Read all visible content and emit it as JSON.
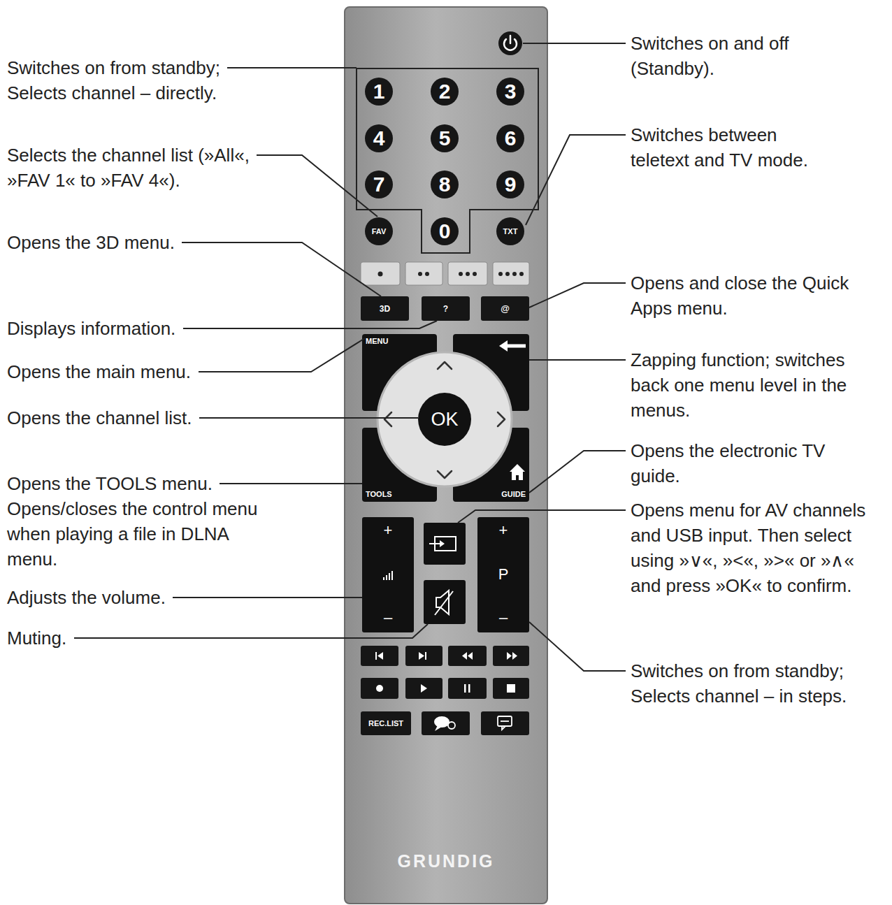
{
  "diagram": {
    "nodes": [
      {
        "text": [
          "GRUNDIG"
        ]
      },
      {
        "text": [
          "1"
        ],
        "in": 0
      },
      {
        "text": [
          "2"
        ],
        "in": 0
      },
      {
        "text": [
          "3"
        ],
        "in": 0
      },
      {
        "text": [
          "4"
        ],
        "in": 0
      },
      {
        "text": [
          "5"
        ],
        "in": 0
      },
      {
        "text": [
          "6"
        ],
        "in": 0
      },
      {
        "text": [
          "7"
        ],
        "in": 0
      },
      {
        "text": [
          "8"
        ],
        "in": 0
      },
      {
        "text": [
          "9"
        ],
        "in": 0
      },
      {
        "text": [
          "FAV"
        ],
        "in": 0
      },
      {
        "text": [
          "0"
        ],
        "in": 0
      },
      {
        "text": [
          "TXT"
        ],
        "in": 0
      },
      {
        "text": [
          "3D"
        ],
        "in": 0
      },
      {
        "text": [
          "?"
        ],
        "in": 0
      },
      {
        "text": [
          "@"
        ],
        "in": 0
      },
      {
        "text": [
          "MENU"
        ],
        "in": 0
      },
      {
        "text": [
          "OK"
        ],
        "in": 0
      },
      {
        "text": [
          "TOOLS"
        ],
        "in": 0
      },
      {
        "text": [
          "GUIDE"
        ],
        "in": 0
      },
      {
        "text": [
          "+",
          "–"
        ],
        "in": 0
      },
      {
        "text": [
          "+",
          "P",
          "–"
        ],
        "in": 0
      },
      {
        "text": [
          "REC.LIST"
        ],
        "in": 0
      }
    ],
    "labels": [
      "Switches on from standby; Selects channel – directly.",
      "Selects the channel list (»All«, »FAV 1« to »FAV 4«).",
      "Opens the 3D menu.",
      "Displays information.",
      "Opens the main menu.",
      "Opens the channel list.",
      "Opens the TOOLS menu. Opens/closes the control menu when playing a file in DLNA menu.",
      "Adjusts the volume.",
      "Muting.",
      "Switches on and off (Standby).",
      "Switches between teletext and TV mode.",
      "Opens and close the Quick Apps menu.",
      "Zapping function; switches back one menu level in the menus.",
      "Opens the electronic TV guide.",
      "Opens menu for AV channels and USB input. Then select using »∨«, »<«, »>« or »∧« and press »OK« to confirm.",
      "Switches on from standby; Selects channel – in steps."
    ]
  }
}
